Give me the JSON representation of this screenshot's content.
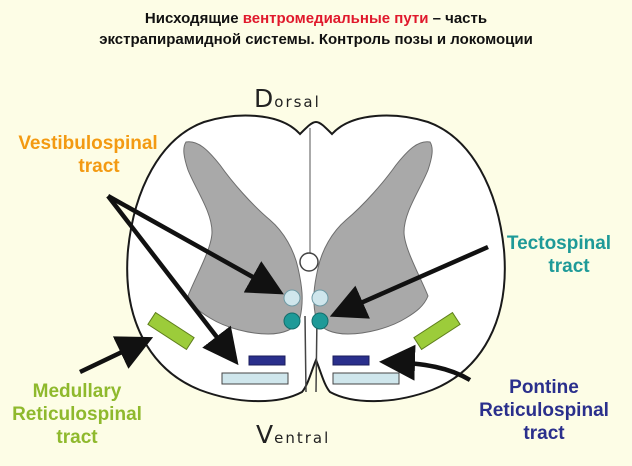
{
  "title": {
    "line1_before": "Нисходящие ",
    "line1_highlight": "вентромедиальные пути",
    "line1_after": " – часть",
    "line2": "экстрапирамидной системы. Контроль позы и локомоции"
  },
  "orientation": {
    "dorsal_cap": "D",
    "dorsal_rest": "orsal",
    "ventral_cap": "V",
    "ventral_rest": "entral"
  },
  "labels": {
    "vestibulospinal": [
      "Vestibulospinal",
      "tract"
    ],
    "tectospinal": [
      "Tectospinal",
      "tract"
    ],
    "medullary": [
      "Medullary",
      "Reticulospinal",
      "tract"
    ],
    "pontine": [
      "Pontine",
      "Reticulospinal",
      "tract"
    ]
  },
  "colors": {
    "title_highlight": "#e0192c",
    "vestibulospinal": "#f39a12",
    "tectospinal": "#1e9a98",
    "medullary": "#8fb92d",
    "pontine": "#2a2f8c",
    "gray_matter": "#a9a9a9",
    "light_tract": "#cfe6ec"
  }
}
